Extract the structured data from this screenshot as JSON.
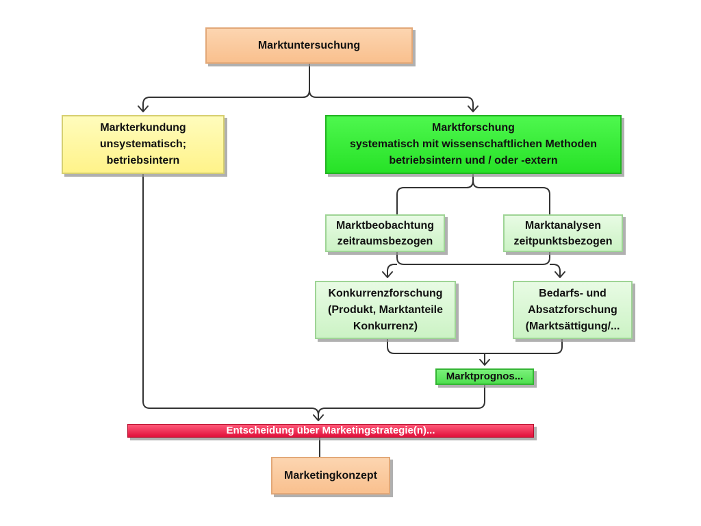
{
  "nodes": {
    "marktuntersuchung": {
      "lines": [
        "Marktuntersuchung"
      ]
    },
    "markterkundung": {
      "lines": [
        "Markterkundung",
        "unsystematisch;",
        "betriebsintern"
      ]
    },
    "marktforschung": {
      "lines": [
        "Marktforschung",
        "systematisch mit wissenschaftlichen Methoden",
        "betriebsintern und / oder -extern"
      ]
    },
    "marktbeobachtung": {
      "lines": [
        "Marktbeobachtung",
        "zeitraumsbezogen"
      ]
    },
    "marktanalysen": {
      "lines": [
        "Marktanalysen",
        "zeitpunktsbezogen"
      ]
    },
    "konkurrenzforschung": {
      "lines": [
        "Konkurrenzforschung",
        "(Produkt, Marktanteile",
        "Konkurrenz)"
      ]
    },
    "bedarfsforschung": {
      "lines": [
        "Bedarfs- und",
        "Absatzforschung",
        "(Marktsättigung/..."
      ]
    },
    "marktprognose": {
      "lines": [
        "Marktprognos..."
      ]
    },
    "entscheidung": {
      "lines": [
        "Entscheidung über Marketingstrategie(n)..."
      ]
    },
    "marketingkonzept": {
      "lines": [
        "Marketingkonzept"
      ]
    }
  },
  "colors": {
    "orange": "#f9c08e",
    "yellow": "#fff38a",
    "green": "#27e227",
    "light_green": "#ccf3c5",
    "red": "#e0103a",
    "connector": "#333333"
  }
}
